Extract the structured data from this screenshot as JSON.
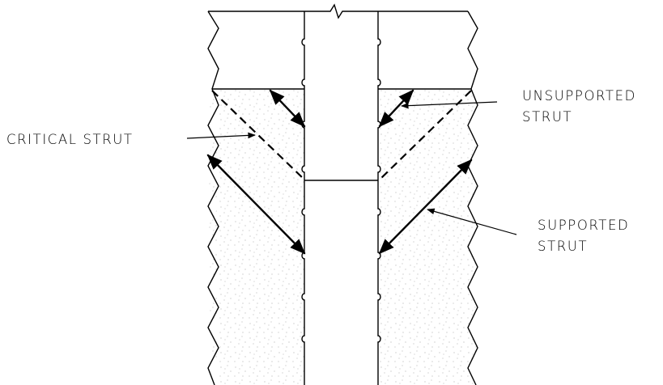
{
  "labels": {
    "critical": "CRITICAL STRUT",
    "unsupported_line1": "UNSUPPORTED",
    "unsupported_line2": "STRUT",
    "supported_line1": "SUPPORTED",
    "supported_line2": "STRUT"
  },
  "colors": {
    "ink": "#000000",
    "fill_stipple": "#9a9a9a",
    "background": "#ffffff"
  }
}
